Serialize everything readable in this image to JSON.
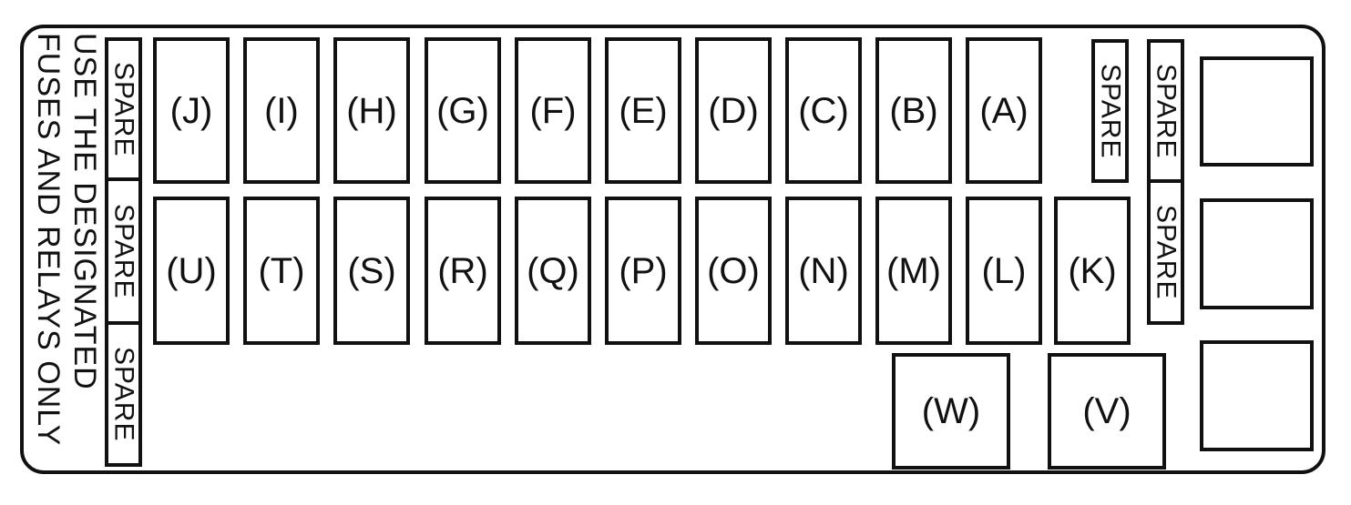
{
  "warning": {
    "line1": "USE THE DESIGNATED",
    "line2": "FUSES AND RELAYS ONLY"
  },
  "spare_label": "SPARE",
  "fuses_top": [
    "(J)",
    "(I)",
    "(H)",
    "(G)",
    "(F)",
    "(E)",
    "(D)",
    "(C)",
    "(B)",
    "(A)"
  ],
  "fuses_bottom": [
    "(U)",
    "(T)",
    "(S)",
    "(R)",
    "(Q)",
    "(P)",
    "(O)",
    "(N)",
    "(M)",
    "(L)",
    "(K)"
  ],
  "relays": [
    "(W)",
    "(V)"
  ]
}
